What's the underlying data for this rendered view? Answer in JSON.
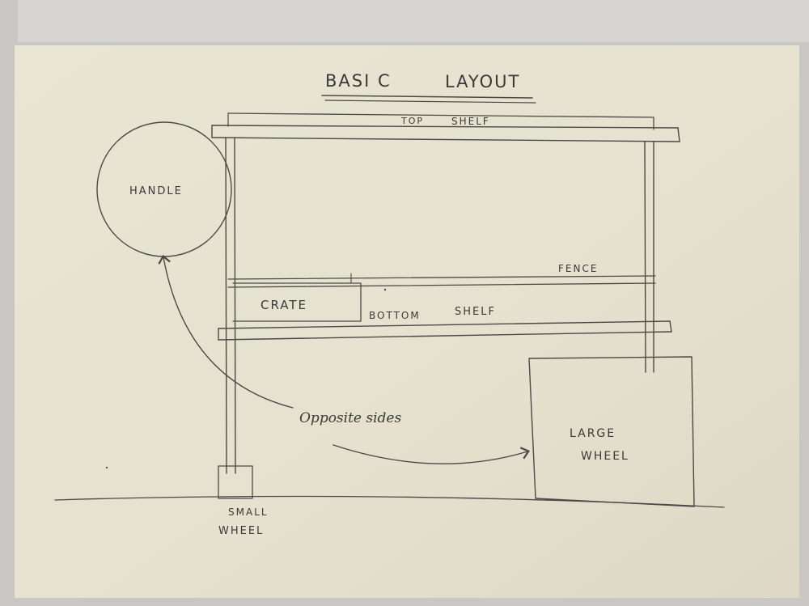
{
  "title": {
    "word1": "BASI C",
    "word2": "LAYOUT"
  },
  "labels": {
    "top_shelf_1": "TOP",
    "top_shelf_2": "SHELF",
    "handle": "HANDLE",
    "fence": "FENCE",
    "crate": "CRATE",
    "bottom_shelf_1": "BOTTOM",
    "bottom_shelf_2": "SHELF",
    "large_wheel_1": "LARGE",
    "large_wheel_2": "WHEEL",
    "small_wheel_1": "SMALL",
    "small_wheel_2": "WHEEL",
    "annotation": "Opposite sides"
  },
  "colors": {
    "paper": "#e8e4d2",
    "backing": "#c9c7c4",
    "pencil": "#4a4a47"
  }
}
